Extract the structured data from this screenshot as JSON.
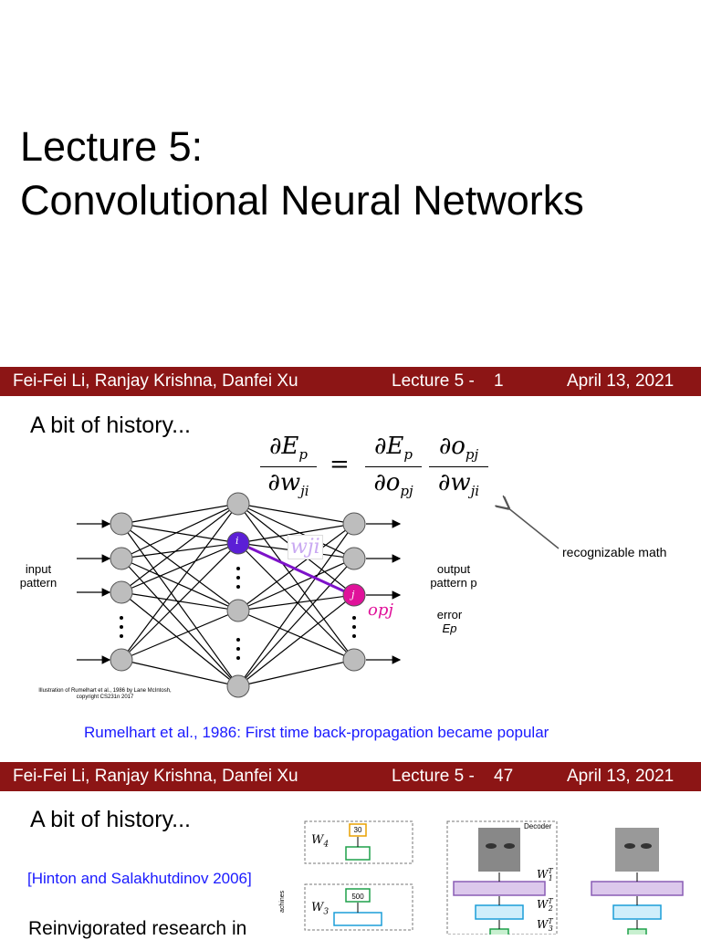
{
  "slide1": {
    "title_line1": "Lecture 5:",
    "title_line2": "Convolutional Neural Networks"
  },
  "footer1": {
    "authors": "Fei-Fei Li, Ranjay Krishna, Danfei Xu",
    "lecture": "Lecture 5 -",
    "page": "1",
    "date": "April 13, 2021"
  },
  "slide2": {
    "heading": "A bit of history...",
    "equation": "∂Ep/∂wji = ∂Ep/∂opj · ∂opj/∂wji",
    "eq_lhs_num": "∂E",
    "eq_lhs_num_sub": "p",
    "eq_lhs_den": "∂w",
    "eq_lhs_den_sub": "ji",
    "eq_r1_num": "∂E",
    "eq_r1_num_sub": "p",
    "eq_r1_den": "∂o",
    "eq_r1_den_sub": "pj",
    "eq_r2_num": "∂o",
    "eq_r2_num_sub": "pj",
    "eq_r2_den": "∂w",
    "eq_r2_den_sub": "ji",
    "input_label": "input\npattern",
    "output_label": "output\npattern p",
    "error_label": "error",
    "error_symbol": "Ep",
    "weight_label": "wji",
    "output_symbol": "opj",
    "node_i": "i",
    "node_j": "j",
    "annotation": "recognizable math",
    "credit": "Illustration of Rumelhart et al., 1986 by Lane McIntosh,\ncopyright CS231n 2017",
    "caption": "Rumelhart et al., 1986: First time back-propagation became popular",
    "accent_purple": "#5b1fd6",
    "accent_magenta": "#e0129a"
  },
  "footer2": {
    "authors": "Fei-Fei Li, Ranjay Krishna, Danfei Xu",
    "lecture": "Lecture 5 -",
    "page": "47",
    "date": "April 13, 2021"
  },
  "slide3": {
    "heading": "A bit of history...",
    "citation": "[Hinton and Salakhutdinov 2006]",
    "body": "Reinvigorated research in",
    "w4": "W",
    "w4_sub": "4",
    "w3": "W",
    "w3_sub": "3",
    "box_30": "30",
    "box_500": "500",
    "decoder": "Decoder",
    "wt1": "W",
    "wt1_sub": "1",
    "wt2": "W",
    "wt2_sub": "2",
    "wt3": "W",
    "wt3_sub": "3",
    "sup_t": "T",
    "vertical_label": "achines"
  }
}
